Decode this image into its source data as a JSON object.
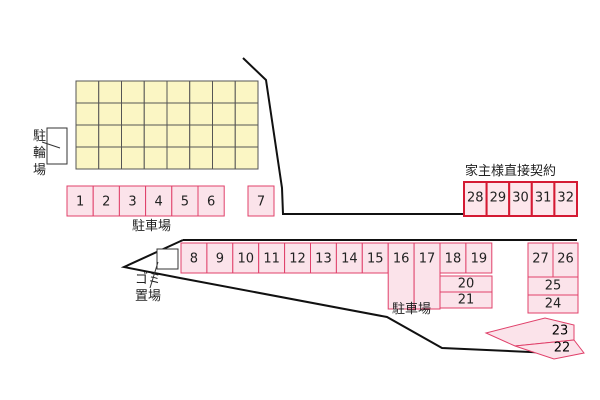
{
  "labels": {
    "bike_parking": [
      "駐",
      "輪",
      "場"
    ],
    "parking_upper": "駐車場",
    "parking_lower": "駐車場",
    "landlord_contract": "家主様直接契約",
    "garbage": [
      "ゴミ",
      "置場"
    ]
  },
  "stalls_row1": [
    "1",
    "2",
    "3",
    "4",
    "5",
    "6"
  ],
  "stall_7": "7",
  "stalls_row2": [
    "8",
    "9",
    "10",
    "11",
    "12",
    "13",
    "14",
    "15",
    "16",
    "17",
    "18",
    "19"
  ],
  "stalls_red": [
    "28",
    "29",
    "30",
    "31",
    "32"
  ],
  "stalls_right_a": [
    "27",
    "26"
  ],
  "stall_20": "20",
  "stall_21": "21",
  "stall_25": "25",
  "stall_24": "24",
  "stall_23": "23",
  "stall_22": "22",
  "colors": {
    "building_fill": "#fbf6c4",
    "stall_fill": "#fbe3ea",
    "stall_stroke": "#e0406a",
    "contract_stroke": "#d41a33"
  }
}
